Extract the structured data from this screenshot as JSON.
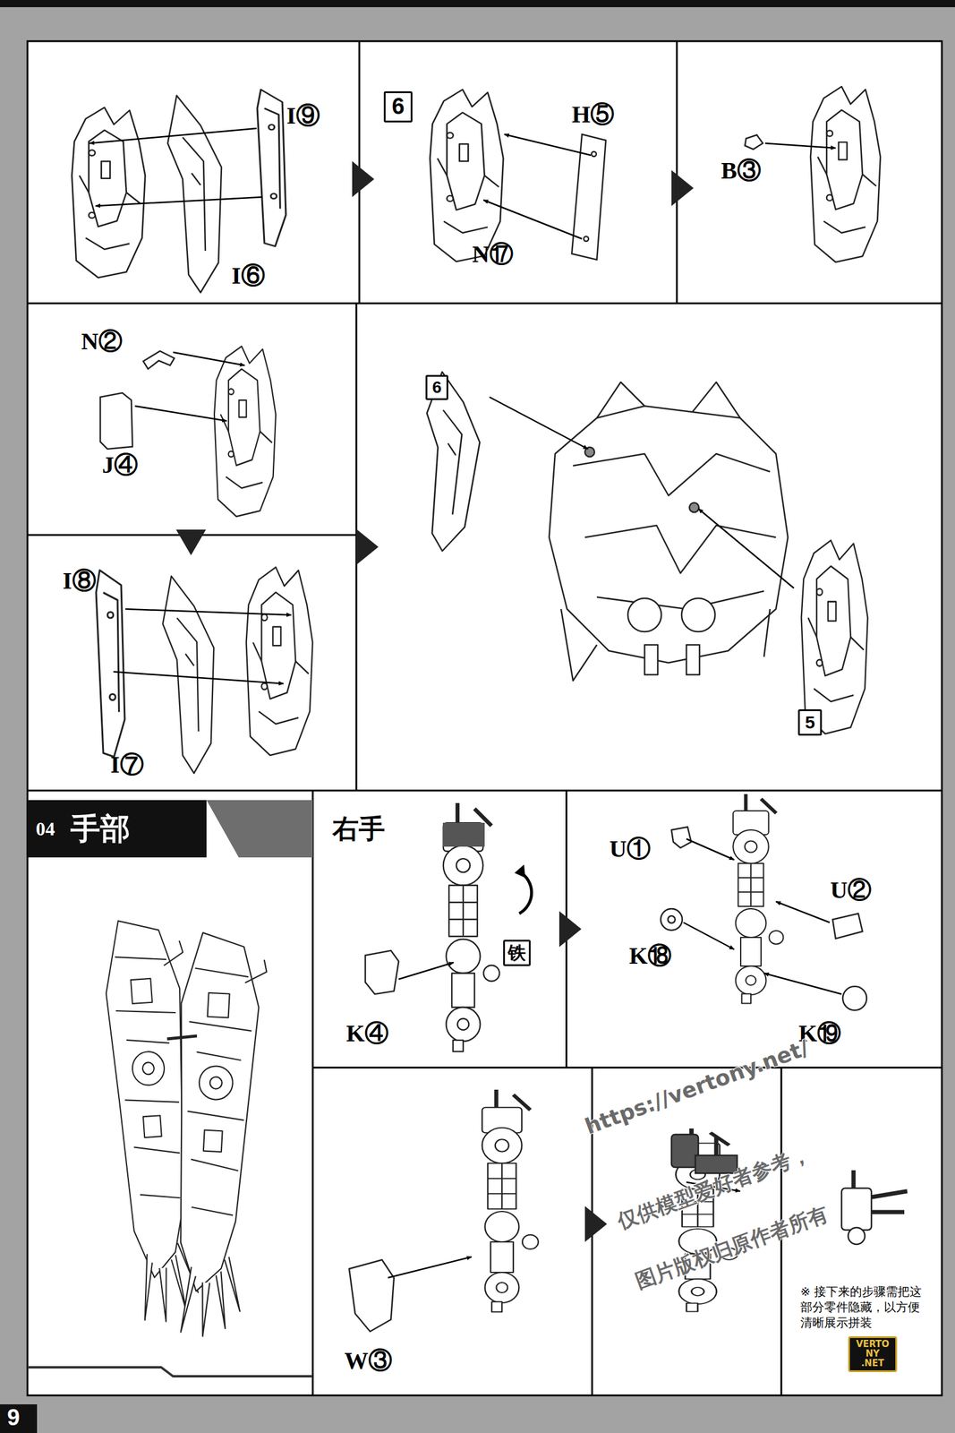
{
  "diagram": {
    "nodes": [
      {
        "text": [
          "04",
          "手部"
        ]
      },
      {
        "text": [
          "6"
        ]
      },
      {
        "text": [
          "6"
        ]
      },
      {
        "text": [
          "5"
        ]
      },
      {
        "text": [
          "铁"
        ]
      },
      {
        "text": [
          "VERTONY .NET"
        ]
      }
    ],
    "labels": [
      "I⑨",
      "I⑥",
      "H⑤",
      "N⑰",
      "B③",
      "N②",
      "J④",
      "I⑧",
      "I⑦",
      "右手",
      "U①",
      "U②",
      "K⑱",
      "K⑲",
      "K④",
      "W③",
      "https://vertony.net/",
      "仅供模型爱好者参考，",
      "图片版权归原作者所有",
      "※ 接下来的步骤需把这部分零件隐藏，以方便清晰展示拼装",
      "9"
    ]
  }
}
